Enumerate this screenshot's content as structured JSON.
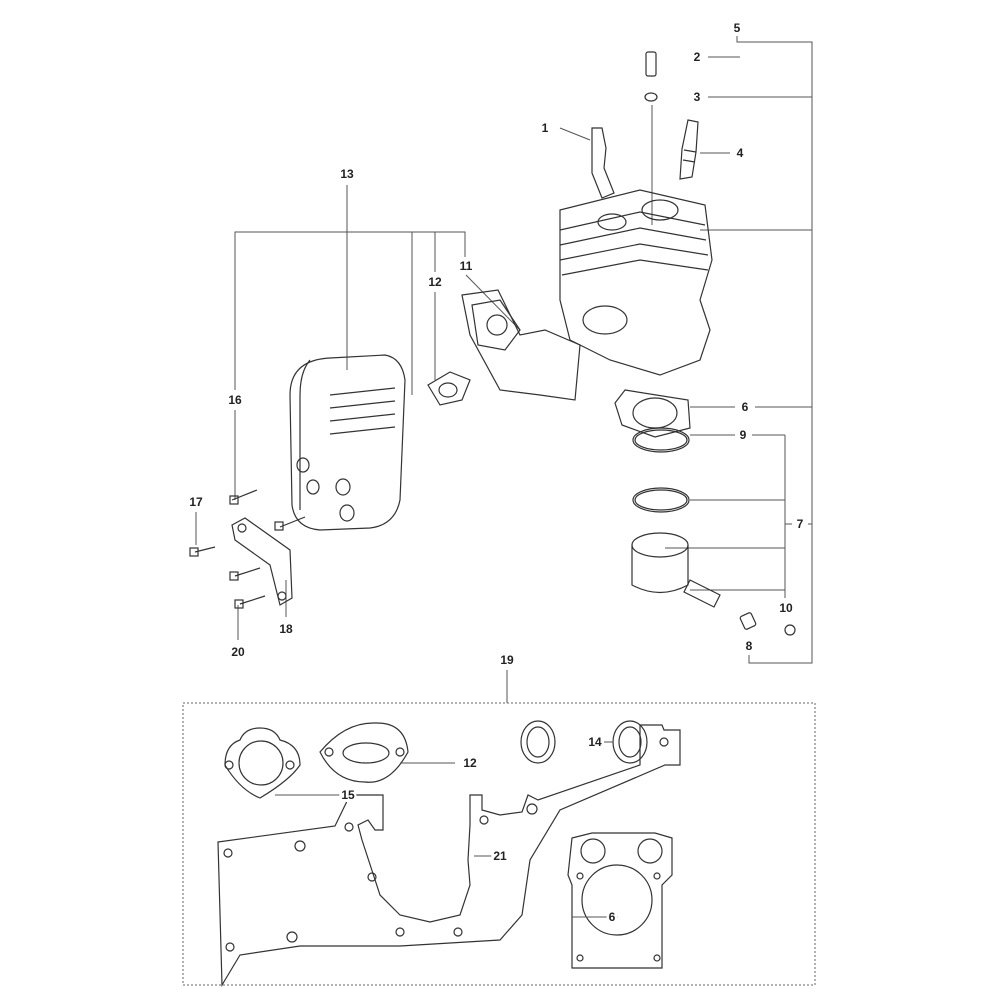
{
  "callouts": {
    "c1": "1",
    "c2": "2",
    "c3": "3",
    "c4": "4",
    "c5": "5",
    "c6": "6",
    "c7": "7",
    "c8": "8",
    "c9": "9",
    "c10": "10",
    "c11": "11",
    "c12": "12",
    "c13": "13",
    "c16": "16",
    "c17": "17",
    "c18": "18",
    "c19": "19",
    "c20": "20",
    "kit_c12": "12",
    "kit_c14": "14",
    "kit_c15": "15",
    "kit_c21": "21",
    "kit_c6": "6"
  },
  "colors": {
    "line": "#333333",
    "leader": "#555555"
  }
}
